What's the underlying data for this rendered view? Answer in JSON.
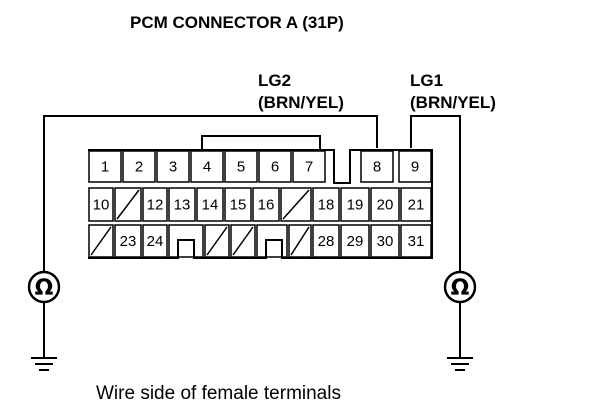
{
  "title": "PCM CONNECTOR A (31P)",
  "probes": {
    "left": {
      "name": "LG2",
      "color": "(BRN/YEL)",
      "pin": "8"
    },
    "right": {
      "name": "LG1",
      "color": "(BRN/YEL)",
      "pin": "9"
    }
  },
  "meter_symbol": "Ω",
  "caption": "Wire side of female terminals",
  "connector": {
    "row1": [
      "1",
      "2",
      "3",
      "4",
      "5",
      "6",
      "7",
      "",
      "8",
      "9"
    ],
    "row2": [
      "10",
      "",
      "12",
      "13",
      "14",
      "15",
      "16",
      "",
      "18",
      "19",
      "20",
      "21"
    ],
    "row3": [
      "",
      "23",
      "24",
      "",
      "",
      "",
      "",
      "",
      "28",
      "29",
      "30",
      "31"
    ]
  },
  "icons": {
    "meter": "ohmmeter-icon",
    "ground": "ground-icon"
  }
}
